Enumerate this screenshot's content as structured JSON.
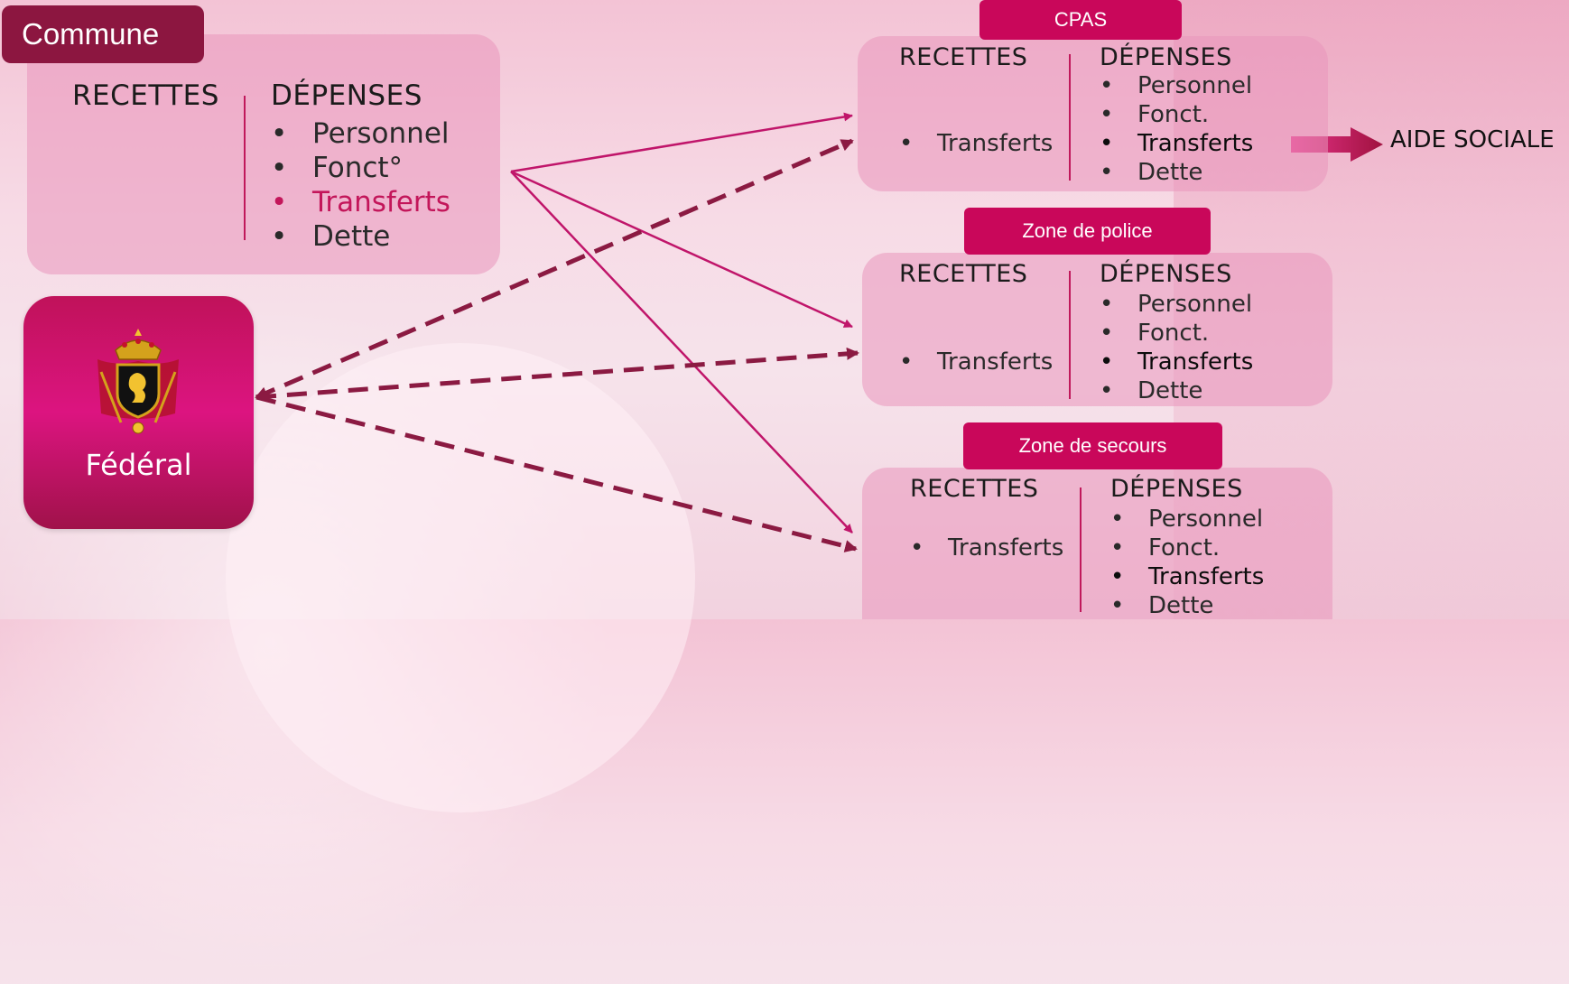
{
  "commune": {
    "tag": "Commune",
    "recettes": "RECETTES",
    "depenses": "DÉPENSES",
    "items": [
      "Personnel",
      "Fonct°",
      "Transferts",
      "Dette"
    ]
  },
  "federal": {
    "label": "Fédéral",
    "emblem_icon": "belgian-coat-of-arms-icon"
  },
  "cpas": {
    "tag": "CPAS",
    "recettes": "RECETTES",
    "depenses": "DÉPENSES",
    "recettes_items": [
      "Transferts"
    ],
    "depenses_items": [
      "Personnel",
      "Fonct.",
      "Transferts",
      "Dette"
    ]
  },
  "police": {
    "tag": "Zone de police",
    "recettes": "RECETTES",
    "depenses": "DÉPENSES",
    "recettes_items": [
      "Transferts"
    ],
    "depenses_items": [
      "Personnel",
      "Fonct.",
      "Transferts",
      "Dette"
    ]
  },
  "secours": {
    "tag": "Zone de secours",
    "recettes": "RECETTES",
    "depenses": "DÉPENSES",
    "recettes_items": [
      "Transferts"
    ],
    "depenses_items": [
      "Personnel",
      "Fonct.",
      "Transferts",
      "Dette"
    ]
  },
  "aide_sociale": "AIDE SOCIALE",
  "bullet": "•",
  "colors": {
    "accent": "#c9075a",
    "commune_tag": "#8c1640",
    "arrow": "#c0156a",
    "dashed_arrow": "#8b1a42"
  }
}
